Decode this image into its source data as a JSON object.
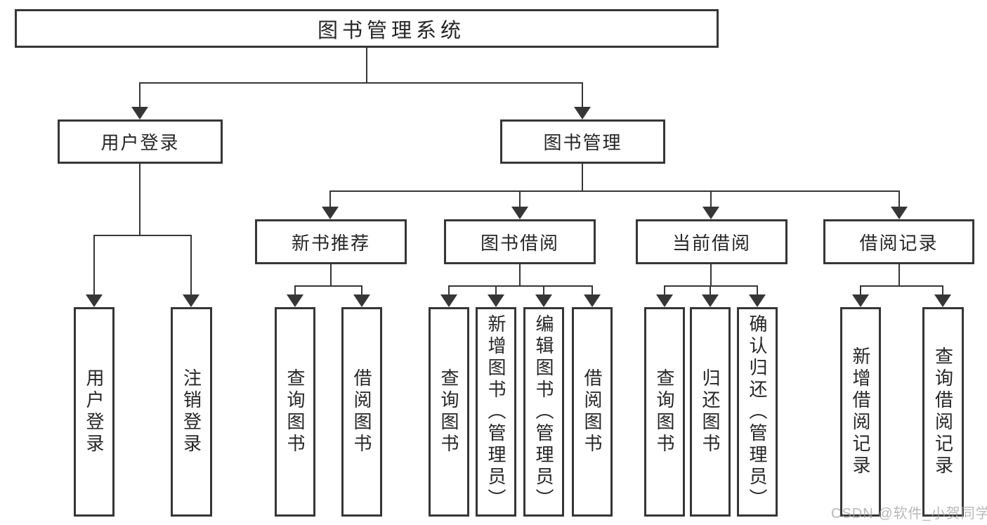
{
  "diagram_title": "图书管理系统",
  "nodes": {
    "root": {
      "label": "图书管理系统"
    },
    "user_login": {
      "label": "用户登录"
    },
    "book_mgmt": {
      "label": "图书管理"
    },
    "new_book_rec": {
      "label": "新书推荐"
    },
    "book_borrow": {
      "label": "图书借阅"
    },
    "current_borrow": {
      "label": "当前借阅"
    },
    "borrow_record": {
      "label": "借阅记录"
    },
    "user_login_action": {
      "label": "用户登录"
    },
    "logout_action": {
      "label": "注销登录"
    },
    "nb_query_books": {
      "label": "查询图书"
    },
    "nb_borrow_books": {
      "label": "借阅图书"
    },
    "bb_query_books": {
      "label": "查询图书"
    },
    "bb_add_books": {
      "label": "新增图书（管理员）"
    },
    "bb_edit_books": {
      "label": "编辑图书（管理员）"
    },
    "bb_borrow_books": {
      "label": "借阅图书"
    },
    "cb_query_books": {
      "label": "查询图书"
    },
    "cb_return_books": {
      "label": "归还图书"
    },
    "cb_confirm_return": {
      "label": "确认归还（管理员）"
    },
    "br_add_record": {
      "label": "新增借阅记录"
    },
    "br_query_record": {
      "label": "查询借阅记录"
    }
  },
  "hierarchy": {
    "图书管理系统": {
      "用户登录": [
        "用户登录",
        "注销登录"
      ],
      "图书管理": {
        "新书推荐": [
          "查询图书",
          "借阅图书"
        ],
        "图书借阅": [
          "查询图书",
          "新增图书（管理员）",
          "编辑图书（管理员）",
          "借阅图书"
        ],
        "当前借阅": [
          "查询图书",
          "归还图书",
          "确认归还（管理员）"
        ],
        "借阅记录": [
          "新增借阅记录",
          "查询借阅记录"
        ]
      }
    }
  },
  "colors": {
    "line": "#363636",
    "box_border": "#363636",
    "text": "#262626",
    "background": "#ffffff",
    "watermark": "#a0a0a0"
  },
  "watermark": {
    "text": "CSDN @软件_小贺同学"
  }
}
